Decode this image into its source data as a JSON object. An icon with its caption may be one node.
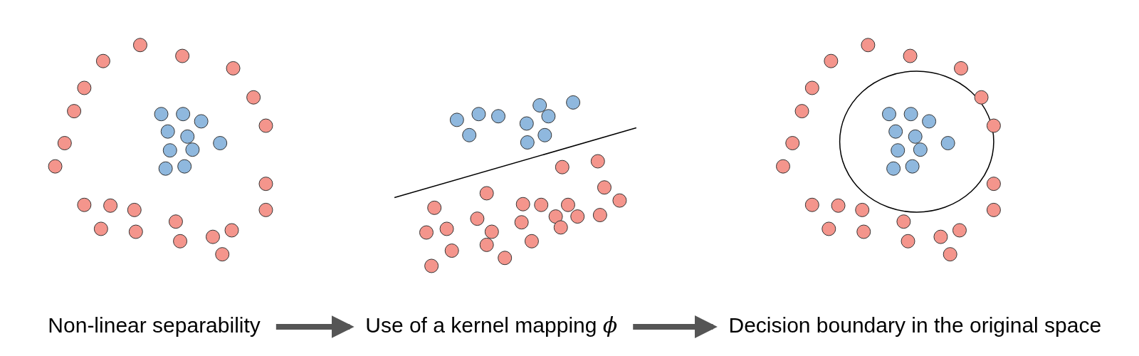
{
  "diagram": {
    "nodes": [
      {
        "text": [
          "Non-linear separability"
        ]
      },
      {
        "text": [
          "Use of a kernel mapping *ϕ*"
        ]
      },
      {
        "text": [
          "Decision boundary in the original space"
        ]
      }
    ],
    "edges": [
      {
        "from": 0,
        "to": 1,
        "arrow": "to"
      },
      {
        "from": 1,
        "to": 2,
        "arrow": "to"
      }
    ]
  }
}
